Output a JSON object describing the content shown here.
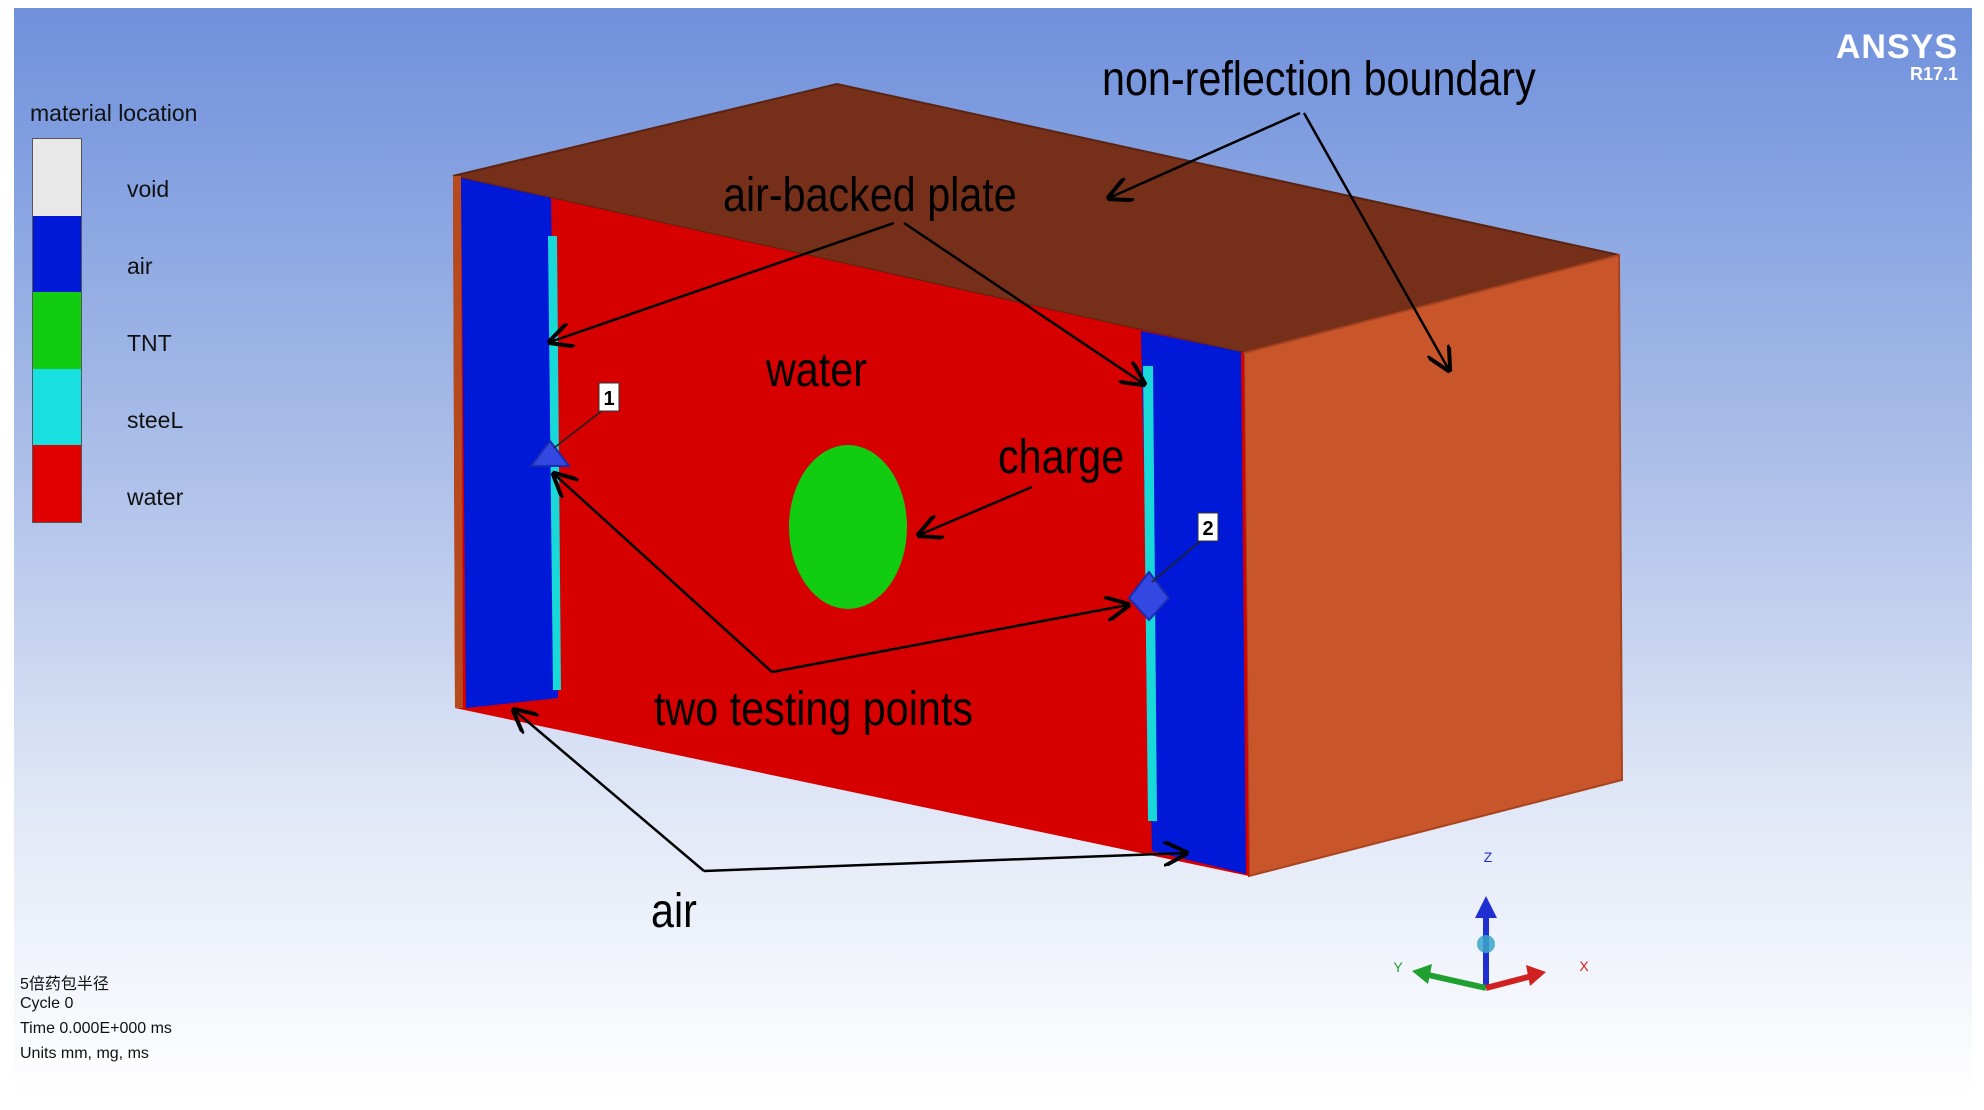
{
  "legend": {
    "title": "material location",
    "items": [
      {
        "label": "void",
        "color": "#e8e8e8"
      },
      {
        "label": "air",
        "color": "#0018d8"
      },
      {
        "label": "TNT",
        "color": "#12cc12"
      },
      {
        "label": "steeL",
        "color": "#18e0e0"
      },
      {
        "label": "water",
        "color": "#e00000"
      }
    ]
  },
  "brand": {
    "name": "ANSYS",
    "version": "R17.1"
  },
  "annotations": {
    "non_reflection_boundary": "non-reflection boundary",
    "air_backed_plate": "air-backed plate",
    "water": "water",
    "charge": "charge",
    "two_testing_points": "two testing points",
    "air": "air"
  },
  "gauges": {
    "gauge_1": "1",
    "gauge_2": "2"
  },
  "axes": {
    "z": "Z",
    "y": "Y",
    "x": "X"
  },
  "info": {
    "model_name": "5倍药包半径",
    "cycle": "Cycle 0",
    "time": "Time 0.000E+000 ms",
    "units": "Units mm, mg, ms"
  },
  "colors": {
    "top_face": "#76301a",
    "right_face": "#c9552b",
    "water": "#d60000",
    "air": "#0018d8",
    "steel": "#18d8d8",
    "tnt": "#12cc12"
  }
}
